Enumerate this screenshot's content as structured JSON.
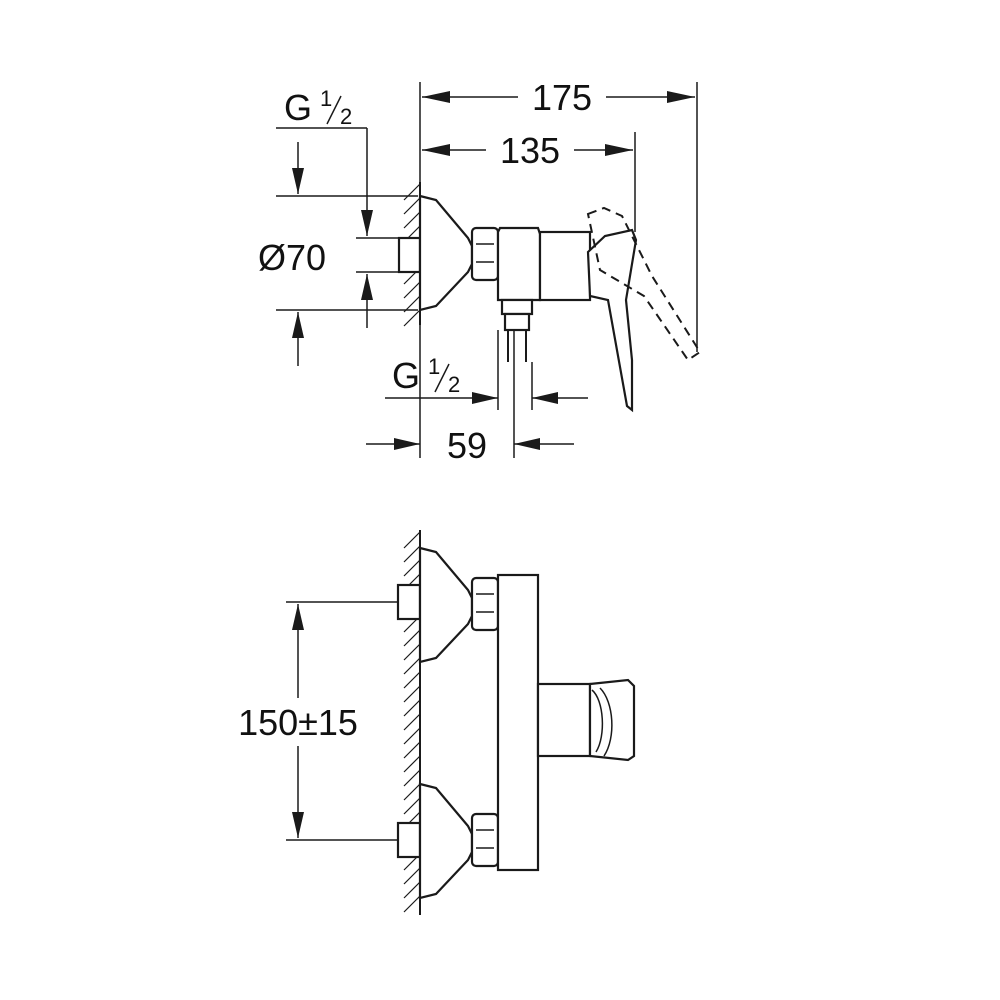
{
  "side_view": {
    "dim_overall": "175",
    "dim_depth": "135",
    "dim_flange": "Ø70",
    "dim_outlet_offset": "59",
    "thread_top": {
      "main": "G",
      "num": "1",
      "den": "2"
    },
    "thread_outlet": {
      "main": "G",
      "num": "1",
      "den": "2"
    }
  },
  "front_view": {
    "dim_centers": "150±15"
  }
}
